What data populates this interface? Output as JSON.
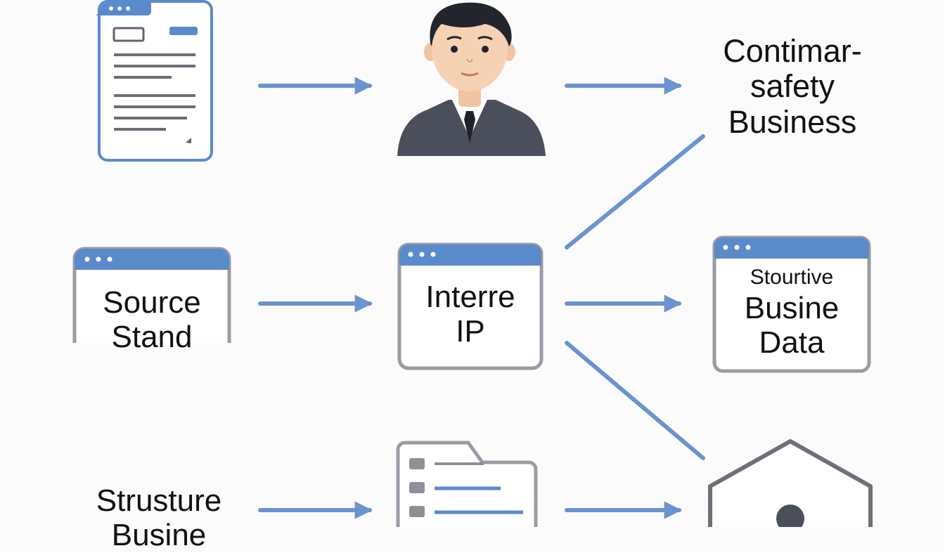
{
  "colors": {
    "accent": "#5b8acb",
    "arrow": "#6a93cf",
    "frame_gray": "#9a9ca3",
    "text_line_gray": "#6b6e76",
    "skin": "#f6d2b4",
    "hair": "#22252c",
    "suit": "#4b4f5c",
    "background": "#fbfbfc"
  },
  "nodes": {
    "document": {
      "icon": "document-icon"
    },
    "person": {
      "icon": "businessman-avatar-icon"
    },
    "top_right": {
      "lines": [
        "Contimar-",
        "safety",
        "Business"
      ]
    },
    "source": {
      "lines": [
        "Source",
        "Stand"
      ]
    },
    "middle": {
      "lines": [
        "Interre",
        "IP"
      ]
    },
    "right_window": {
      "lines": [
        "Stourtive",
        "Busine",
        "Data"
      ]
    },
    "bottom_left": {
      "lines": [
        "Strusture",
        "Busine"
      ]
    },
    "folder": {
      "icon": "folder-list-icon"
    },
    "house": {
      "icon": "house-user-icon"
    }
  }
}
